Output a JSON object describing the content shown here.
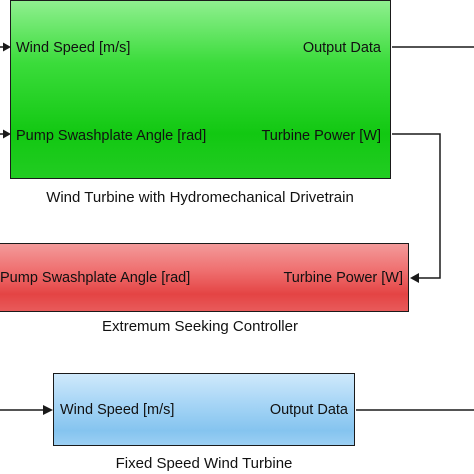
{
  "blocks": {
    "wind_turbine": {
      "caption": "Wind Turbine with Hydromechanical Drivetrain",
      "in1": "Wind Speed [m/s]",
      "in2": "Pump Swashplate Angle [rad]",
      "out1": "Output Data",
      "out2": "Turbine Power [W]",
      "color": "#22cc22"
    },
    "controller": {
      "caption": "Extremum Seeking Controller",
      "out1": "Pump Swashplate Angle [rad]",
      "in1": "Turbine Power [W]",
      "color": "#e44444"
    },
    "fixed_turbine": {
      "caption": "Fixed Speed Wind Turbine",
      "in1": "Wind Speed [m/s]",
      "out1": "Output Data",
      "color": "#85c4ef"
    }
  }
}
